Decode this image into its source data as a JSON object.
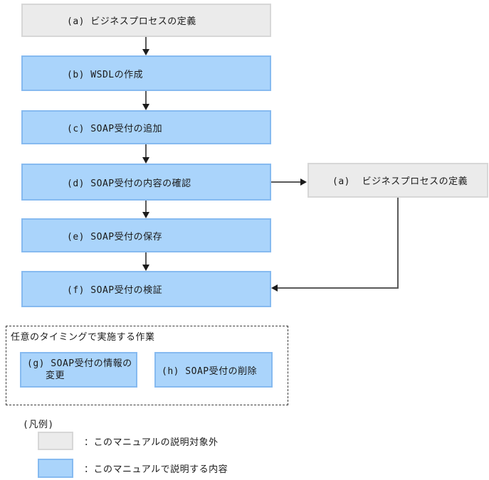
{
  "diagram": {
    "flow_boxes": [
      {
        "id": "a",
        "label": "(a) ビジネスプロセスの定義",
        "scope": "out_of_scope"
      },
      {
        "id": "b",
        "label": "(b) WSDLの作成",
        "scope": "in_scope"
      },
      {
        "id": "c",
        "label": "(c) SOAP受付の追加",
        "scope": "in_scope"
      },
      {
        "id": "d",
        "label": "(d) SOAP受付の内容の確認",
        "scope": "in_scope"
      },
      {
        "id": "e",
        "label": "(e) SOAP受付の保存",
        "scope": "in_scope"
      },
      {
        "id": "f",
        "label": "(f) SOAP受付の検証",
        "scope": "in_scope"
      }
    ],
    "side_box": {
      "id": "a-side",
      "label": "(a)  ビジネスプロセスの定義",
      "scope": "out_of_scope"
    },
    "optional_tasks": {
      "title": "任意のタイミングで実施する作業",
      "boxes": [
        {
          "id": "g",
          "label_line1": "(g) SOAP受付の情報の",
          "label_line2": "変更"
        },
        {
          "id": "h",
          "label": "(h) SOAP受付の削除"
        }
      ]
    },
    "legend": {
      "title": "(凡例)",
      "items": [
        {
          "swatch": "gray",
          "label": "：このマニュアルの説明対象外"
        },
        {
          "swatch": "blue",
          "label": "：このマニュアルで説明する内容"
        }
      ]
    },
    "colors": {
      "in_scope_fill": "#aad4fb",
      "in_scope_border": "#86baf0",
      "out_of_scope_fill": "#ebebeb",
      "out_of_scope_border": "#d7d7d7",
      "connector_line": "#5a5a5a",
      "arrowhead": "#1c1c1c"
    }
  }
}
